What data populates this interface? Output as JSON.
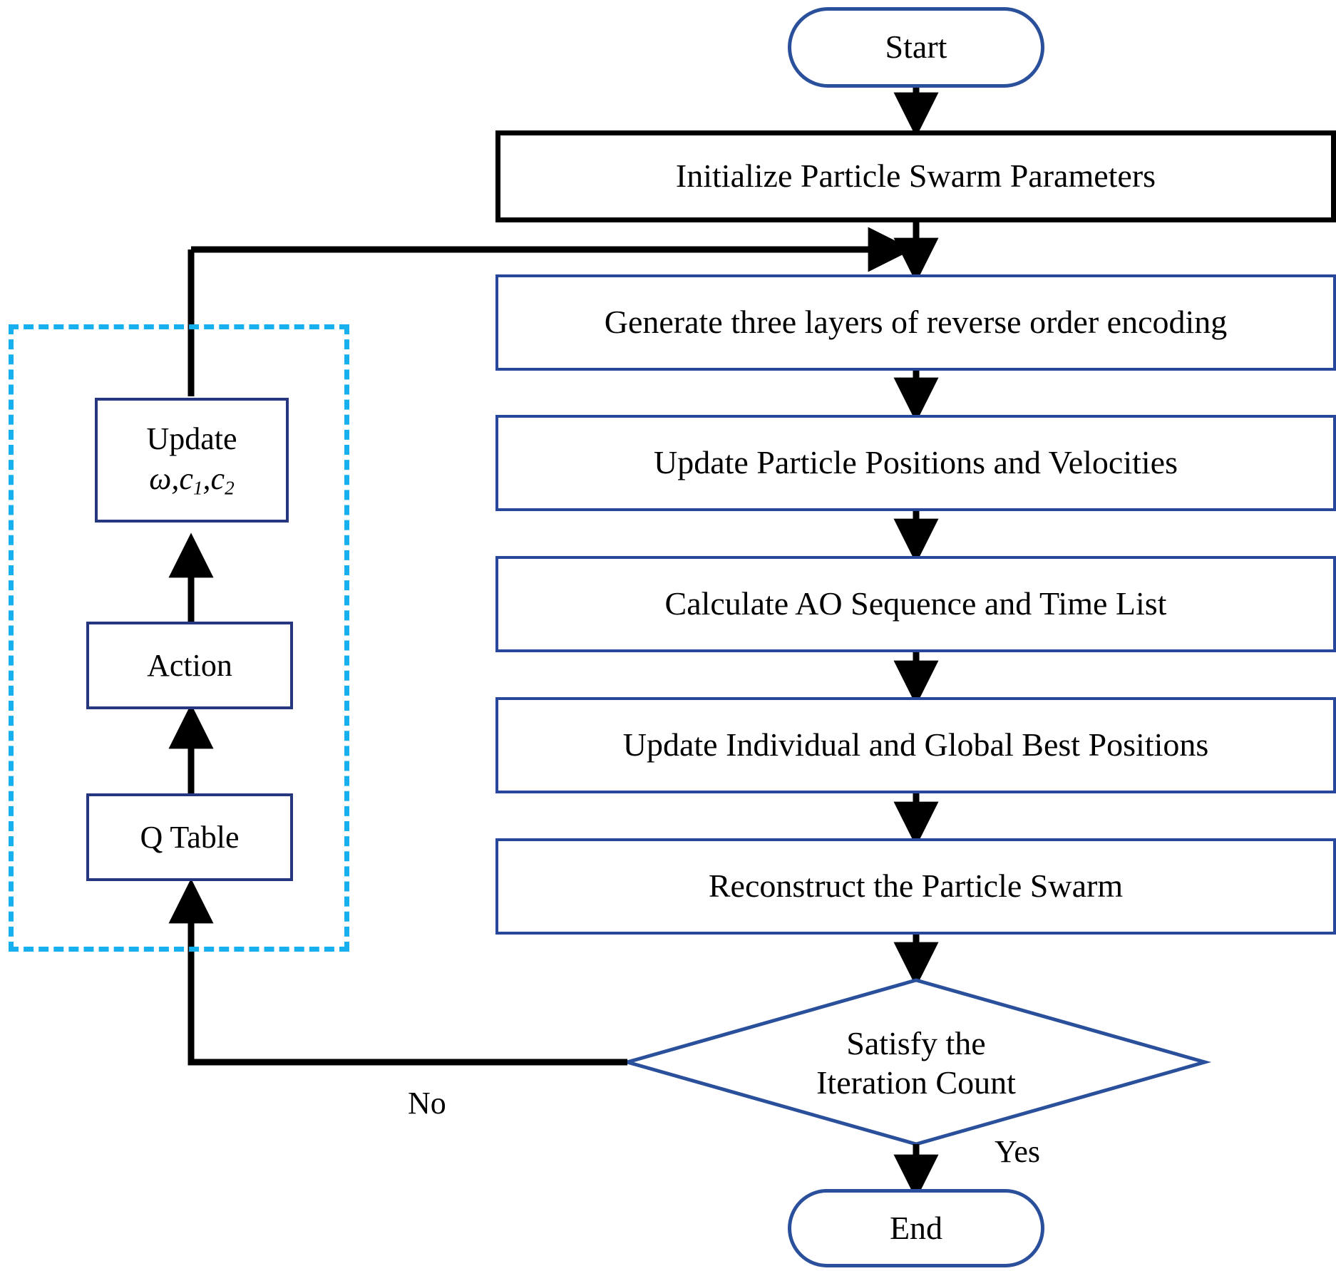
{
  "diagram": {
    "title": "Particle Swarm Optimization with Q-Learning Flowchart",
    "colors": {
      "process_border": "#27489a",
      "terminal_border": "#2a4f9b",
      "black_border": "#000000",
      "dashed_region": "#16b0ef",
      "arrow": "#000000",
      "text": "#000000",
      "background": "#ffffff"
    },
    "nodes": {
      "start": {
        "label": "Start",
        "shape": "terminal"
      },
      "initialize": {
        "label": "Initialize Particle Swarm Parameters",
        "shape": "process"
      },
      "generate": {
        "label": "Generate three layers of reverse order encoding",
        "shape": "process"
      },
      "update_positions": {
        "label": "Update Particle Positions and Velocities",
        "shape": "process"
      },
      "calculate": {
        "label": "Calculate AO Sequence and Time List",
        "shape": "process"
      },
      "update_best": {
        "label": "Update Individual and Global Best Positions",
        "shape": "process"
      },
      "reconstruct": {
        "label": "Reconstruct the Particle Swarm",
        "shape": "process"
      },
      "decision": {
        "label_line1": "Satisfy the",
        "label_line2": "Iteration Count",
        "shape": "diamond"
      },
      "end": {
        "label": "End",
        "shape": "terminal"
      },
      "update_params": {
        "label_line1": "Update",
        "label_line2_omega": "ω,",
        "label_line2_c1": "c",
        "label_line2_c1_sub": "1",
        "label_line2_comma": ",",
        "label_line2_c2": "c",
        "label_line2_c2_sub": "2",
        "shape": "process"
      },
      "action": {
        "label": "Action",
        "shape": "process"
      },
      "q_table": {
        "label": "Q Table",
        "shape": "process"
      }
    },
    "edge_labels": {
      "no": "No",
      "yes": "Yes"
    }
  }
}
